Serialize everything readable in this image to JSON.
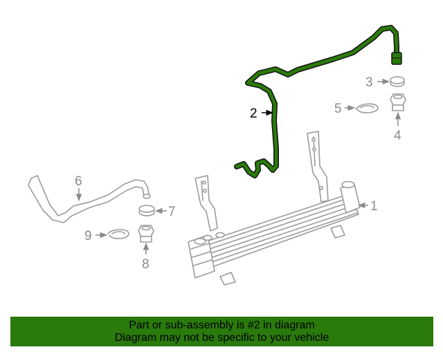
{
  "diagram": {
    "highlight_color": "#2a7a0c",
    "parts": [
      {
        "number": "1",
        "name": "oil-cooler",
        "highlighted": false
      },
      {
        "number": "2",
        "name": "cooler-tube",
        "highlighted": true
      },
      {
        "number": "3",
        "name": "seal",
        "highlighted": false
      },
      {
        "number": "4",
        "name": "connector",
        "highlighted": false
      },
      {
        "number": "5",
        "name": "clip",
        "highlighted": false
      },
      {
        "number": "6",
        "name": "cooler-hose",
        "highlighted": false
      },
      {
        "number": "7",
        "name": "seal",
        "highlighted": false
      },
      {
        "number": "8",
        "name": "connector",
        "highlighted": false
      },
      {
        "number": "9",
        "name": "clip",
        "highlighted": false
      }
    ]
  },
  "banner": {
    "line1": "Part or sub-assembly is #2 in diagram",
    "line2": "Diagram may not be specific to your vehicle",
    "background": "#2a7a0c"
  }
}
